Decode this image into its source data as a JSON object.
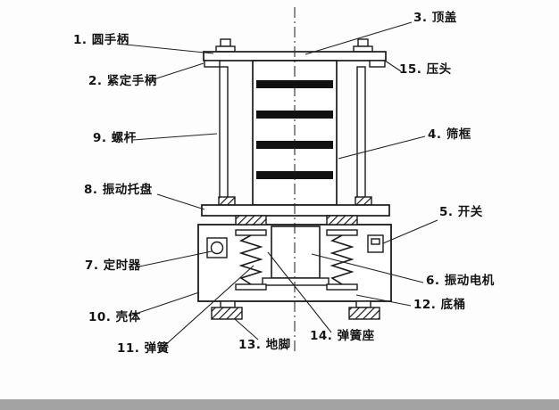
{
  "parts": {
    "round_handle": "1. 圆手柄",
    "tightening_handle": "2. 紧定手柄",
    "top_cover": "3. 顶盖",
    "sieve_frame": "4. 筛框",
    "switch": "5. 开关",
    "vibration_motor": "6. 振动电机",
    "timer": "7. 定时器",
    "vibration_tray": "8. 振动托盘",
    "screw_rod": "9. 螺杆",
    "housing": "10. 壳体",
    "spring": "11. 弹簧",
    "bottom_barrel": "12. 底桶",
    "foot": "13. 地脚",
    "spring_seat": "14. 弹簧座",
    "press_head": "15. 压头"
  },
  "colors": {
    "line": "#1a1a1a",
    "background": "#fdfdfd",
    "footer_bar": "#a3a3a3"
  }
}
